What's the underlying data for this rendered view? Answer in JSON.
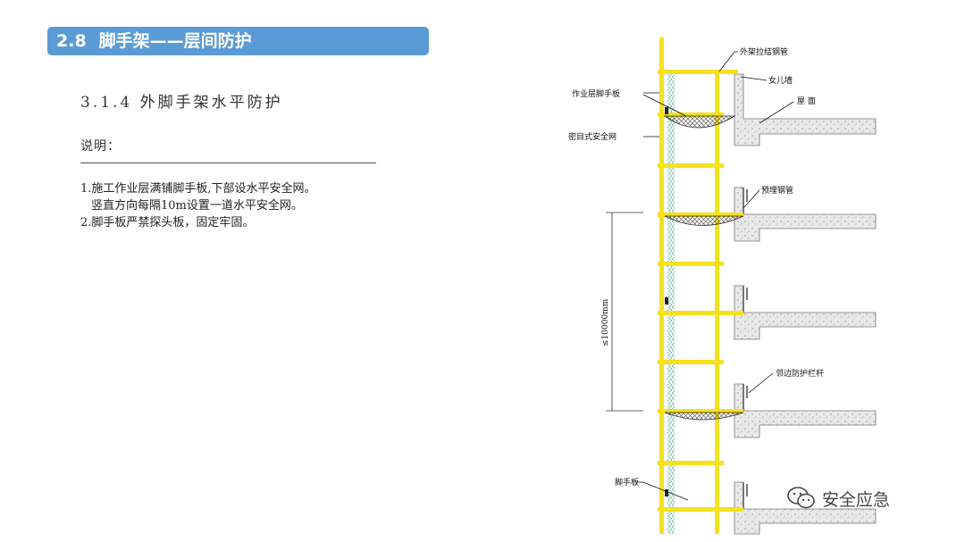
{
  "header": {
    "number": "2.8",
    "title": "脚手架——层间防护"
  },
  "section": {
    "title": "3.1.4 外脚手架水平防护"
  },
  "notes": {
    "heading": "说明：",
    "lines": [
      "1.施工作业层满铺脚手板,下部设水平安全网。",
      "竖直方向每隔10m设置一道水平安全网。",
      "2.脚手板严禁探头板，固定牢固。"
    ]
  },
  "diagram": {
    "labels": {
      "tie_pipe": "外架拉结钢管",
      "parapet": "女儿墙",
      "roof": "屋 面",
      "work_board": "作业层脚手板",
      "dense_net": "密目式安全网",
      "embedded_pipe": "预埋钢管",
      "edge_railing": "邻边防护栏杆",
      "scaffold_board": "脚手板",
      "dimension": "≤10000mm"
    },
    "colors": {
      "scaffold": "#f5e11e",
      "concrete": "#e6e6e6",
      "net": "#555555",
      "green_net": "#3aa37a"
    }
  },
  "watermark": {
    "icon": "wechat-icon",
    "text": "安全应急"
  },
  "colors": {
    "title_bar": "#5b9bd5"
  }
}
